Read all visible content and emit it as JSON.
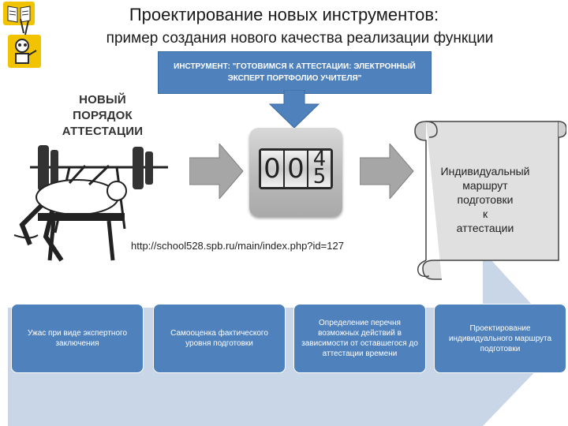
{
  "header": {
    "title": "Проектирование новых инструментов:",
    "subtitle": "пример создания нового качества реализации функции"
  },
  "tool": {
    "label": "ИНСТРУМЕНТ: \"ГОТОВИМСЯ К АТТЕСТАЦИИ: ЭЛЕКТРОННЫЙ ЭКСПЕРТ ПОРТФОЛИО УЧИТЕЛЯ\""
  },
  "attestation": {
    "line1": "НОВЫЙ",
    "line2": "ПОРЯДОК",
    "line3": "АТТЕСТАЦИИ"
  },
  "counter": {
    "digits": [
      "0",
      "0",
      "4"
    ],
    "next_digit": "5"
  },
  "link": {
    "url": "http://school528.spb.ru/main/index.php?id=127"
  },
  "scroll": {
    "line1": "Индивидуальный",
    "line2": "маршрут",
    "line3": "подготовки",
    "line4": "к",
    "line5": "аттестации"
  },
  "steps": [
    {
      "label": "Ужас при виде экспертного заключения"
    },
    {
      "label": "Самооценка фактического уровня подготовки"
    },
    {
      "label": "Определение перечня возможных действий в зависимости от оставшегося до аттестации времени"
    },
    {
      "label": "Проектирование индивидуального маршрута подготовки"
    }
  ],
  "colors": {
    "accent": "#4f81bd",
    "arrow": "#c9d6e8",
    "grey_arrow": "#a6a6a6"
  },
  "icons": [
    "book-icon",
    "presenter-icon",
    "weightlifter-illustration",
    "counter-icon",
    "scroll-icon"
  ]
}
